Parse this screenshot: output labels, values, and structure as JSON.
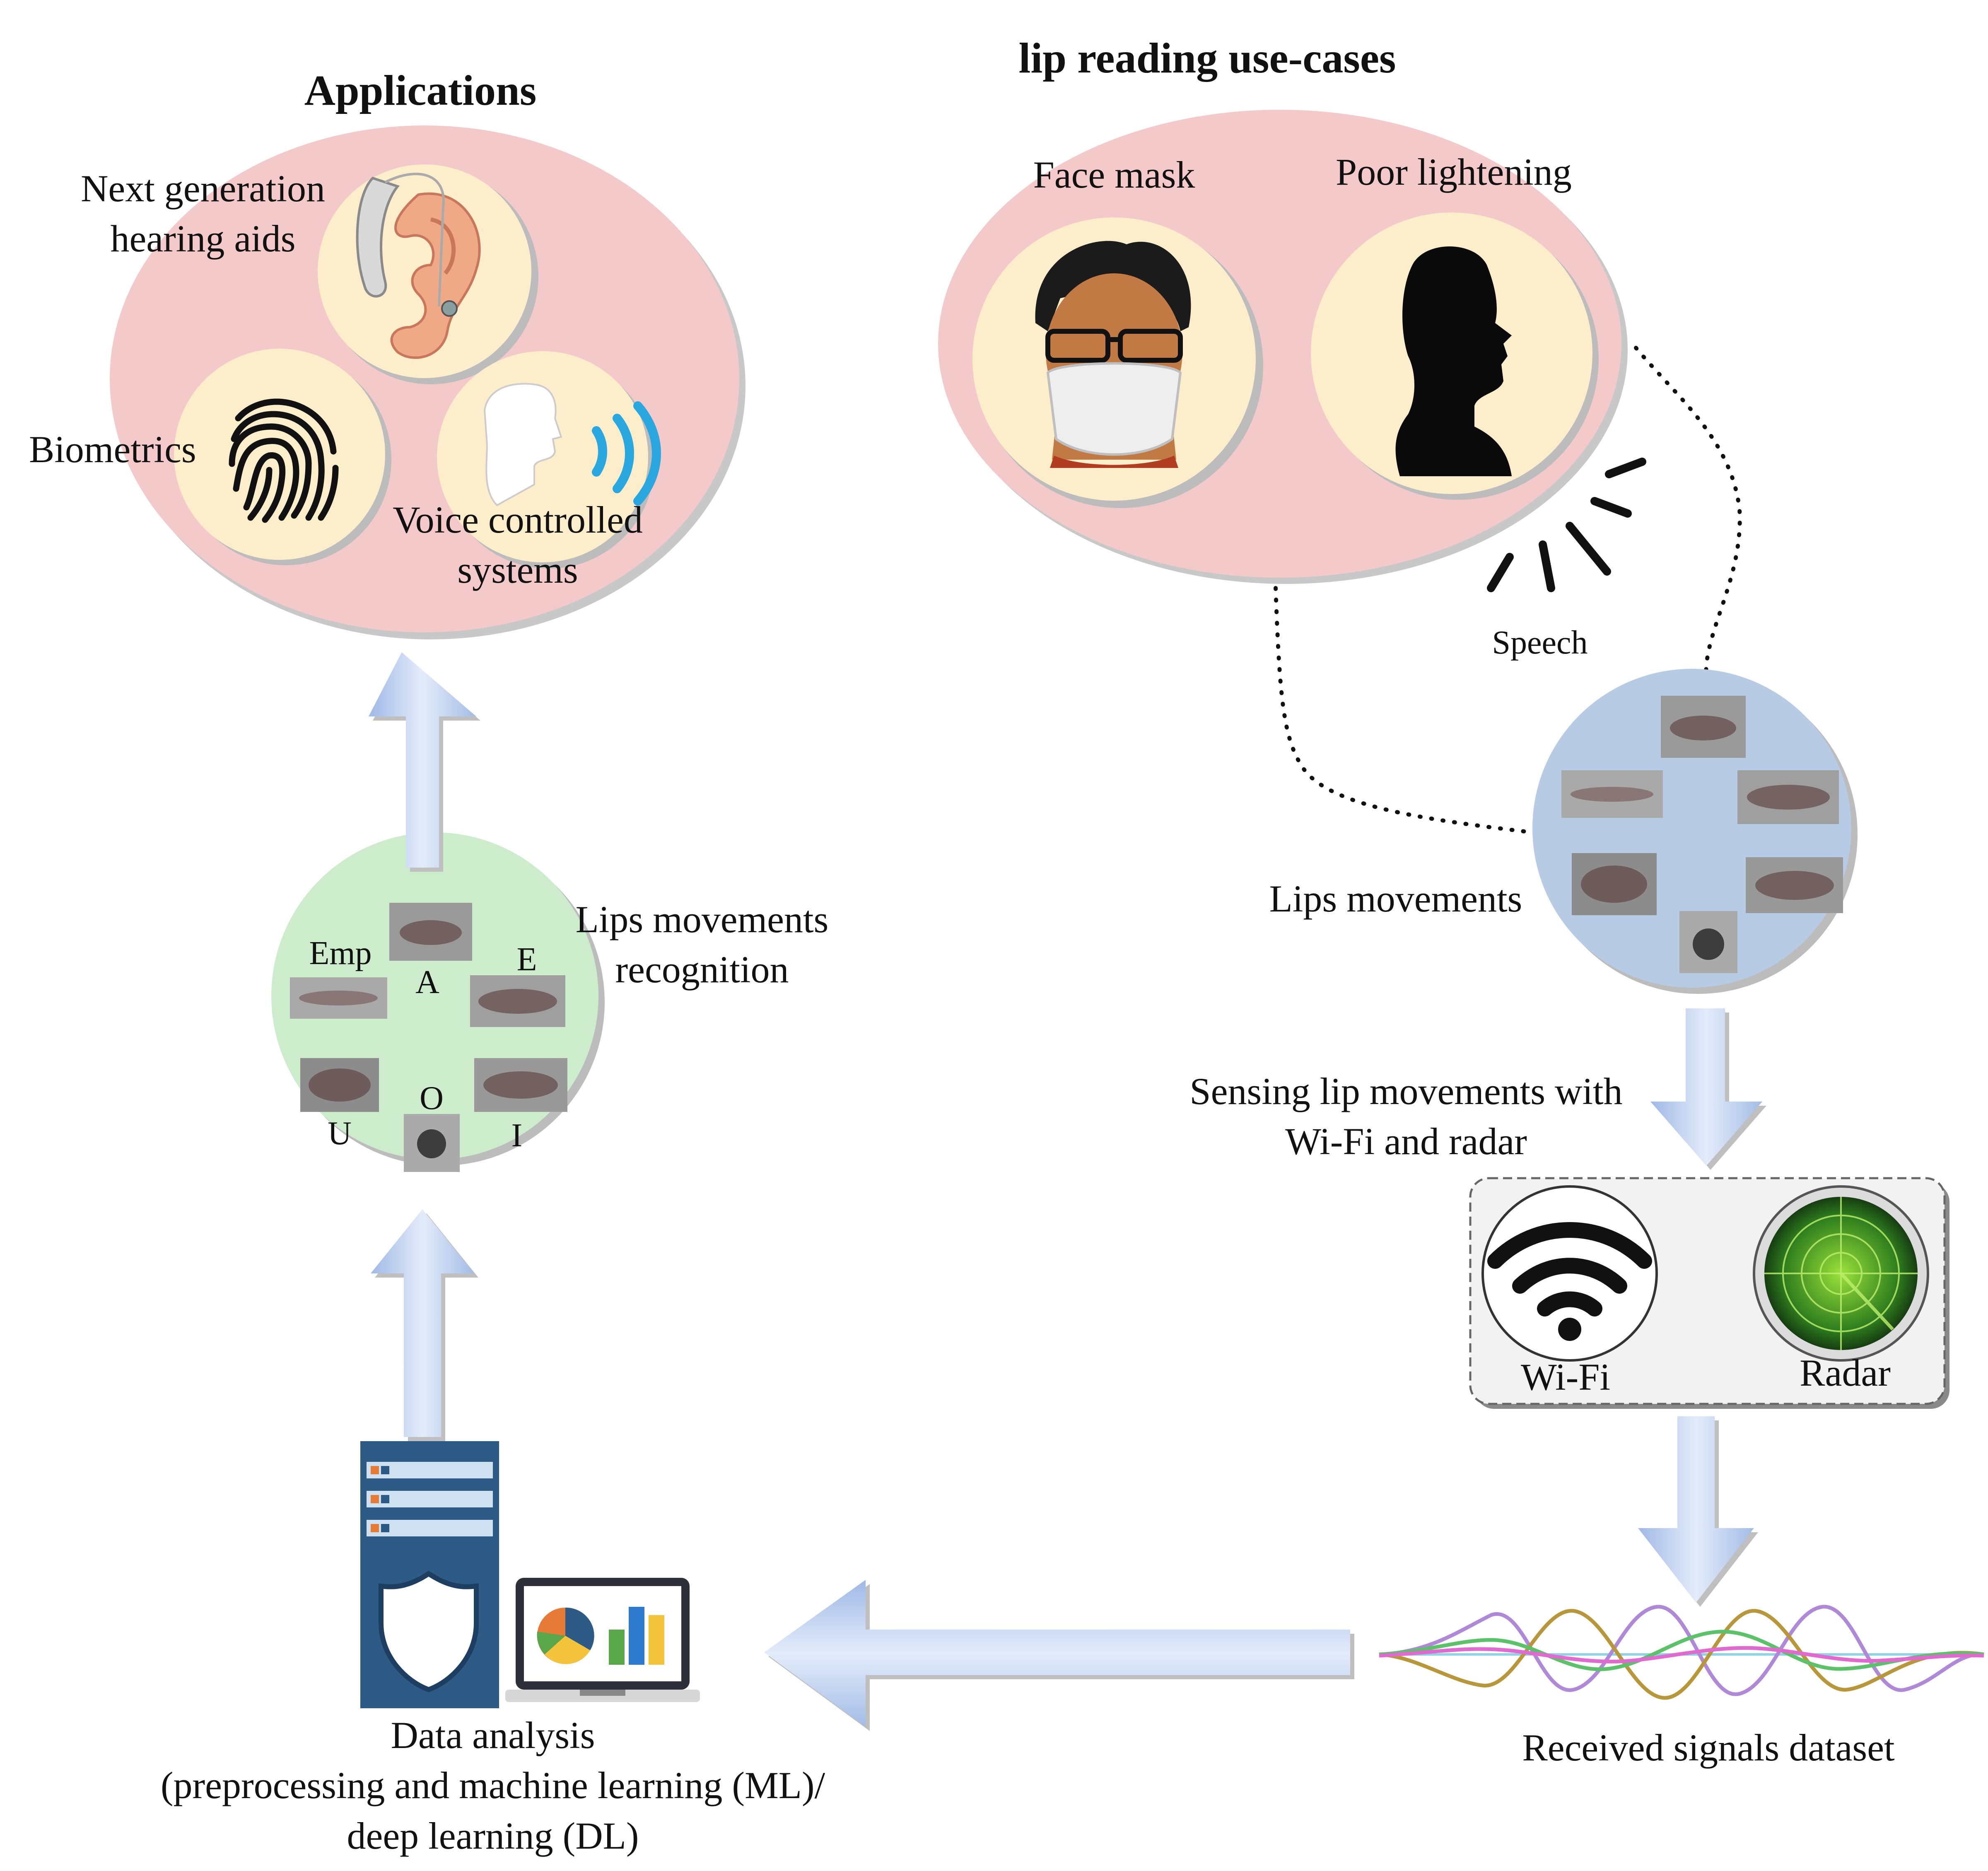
{
  "applications": {
    "title": "Applications",
    "hearing_aids": "Next generation\nhearing aids",
    "biometrics": "Biometrics",
    "voice": "Voice controlled\nsystems"
  },
  "use_cases": {
    "title": "lip reading use-cases",
    "face_mask": "Face mask",
    "poor_lightening": "Poor lightening",
    "speech": "Speech"
  },
  "lips_movements": {
    "label": "Lips movements"
  },
  "sensing": {
    "label": "Sensing lip movements with\nWi-Fi and radar",
    "wifi": "Wi-Fi",
    "radar": "Radar"
  },
  "signals": {
    "label": "Received signals dataset"
  },
  "data_analysis": {
    "label": "Data analysis\n(preprocessing and machine learning (ML)/\ndeep learning (DL)"
  },
  "recognition": {
    "label": "Lips movements\nrecognition",
    "vowels": {
      "emp": "Emp",
      "a": "A",
      "e": "E",
      "u": "U",
      "o": "O",
      "i": "I"
    }
  },
  "colors": {
    "pink_bg": "#f4c9c9",
    "cream": "#fdeecb",
    "blue_circle": "#b7cbe4",
    "green_circle": "#cdeccc",
    "arrow_blue": "#b3c9ec",
    "server_blue": "#2e5a86"
  }
}
